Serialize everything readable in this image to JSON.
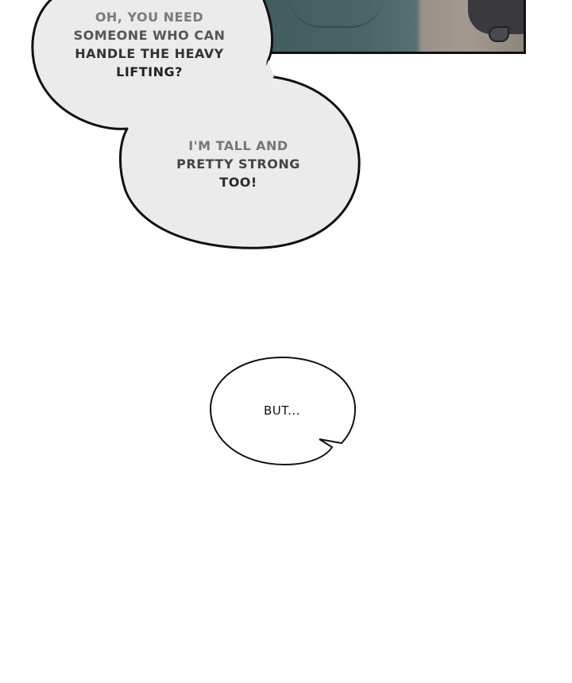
{
  "page": {
    "type": "webcomic-panel",
    "background": "#ffffff"
  },
  "panel": {
    "description": "Cropped art panel showing teal clothing and a dark office chair on a wooden floor",
    "border_color": "#111111",
    "colors": {
      "clothing": "#4a6666",
      "floor": "#a39a90",
      "chair": "#3a3a3e"
    }
  },
  "bubbles": [
    {
      "id": "bubble-1",
      "fill": "#ebebeb",
      "stroke": "#111111",
      "lines": [
        "OH, YOU NEED",
        "SOMEONE WHO CAN",
        "HANDLE THE HEAVY",
        "LIFTING?"
      ]
    },
    {
      "id": "bubble-2",
      "fill": "#ebebeb",
      "stroke": "#111111",
      "lines": [
        "I'M TALL AND",
        "PRETTY STRONG",
        "TOO!"
      ]
    },
    {
      "id": "bubble-3",
      "fill": "#ffffff",
      "stroke": "#111111",
      "lines": [
        "BUT..."
      ]
    }
  ]
}
